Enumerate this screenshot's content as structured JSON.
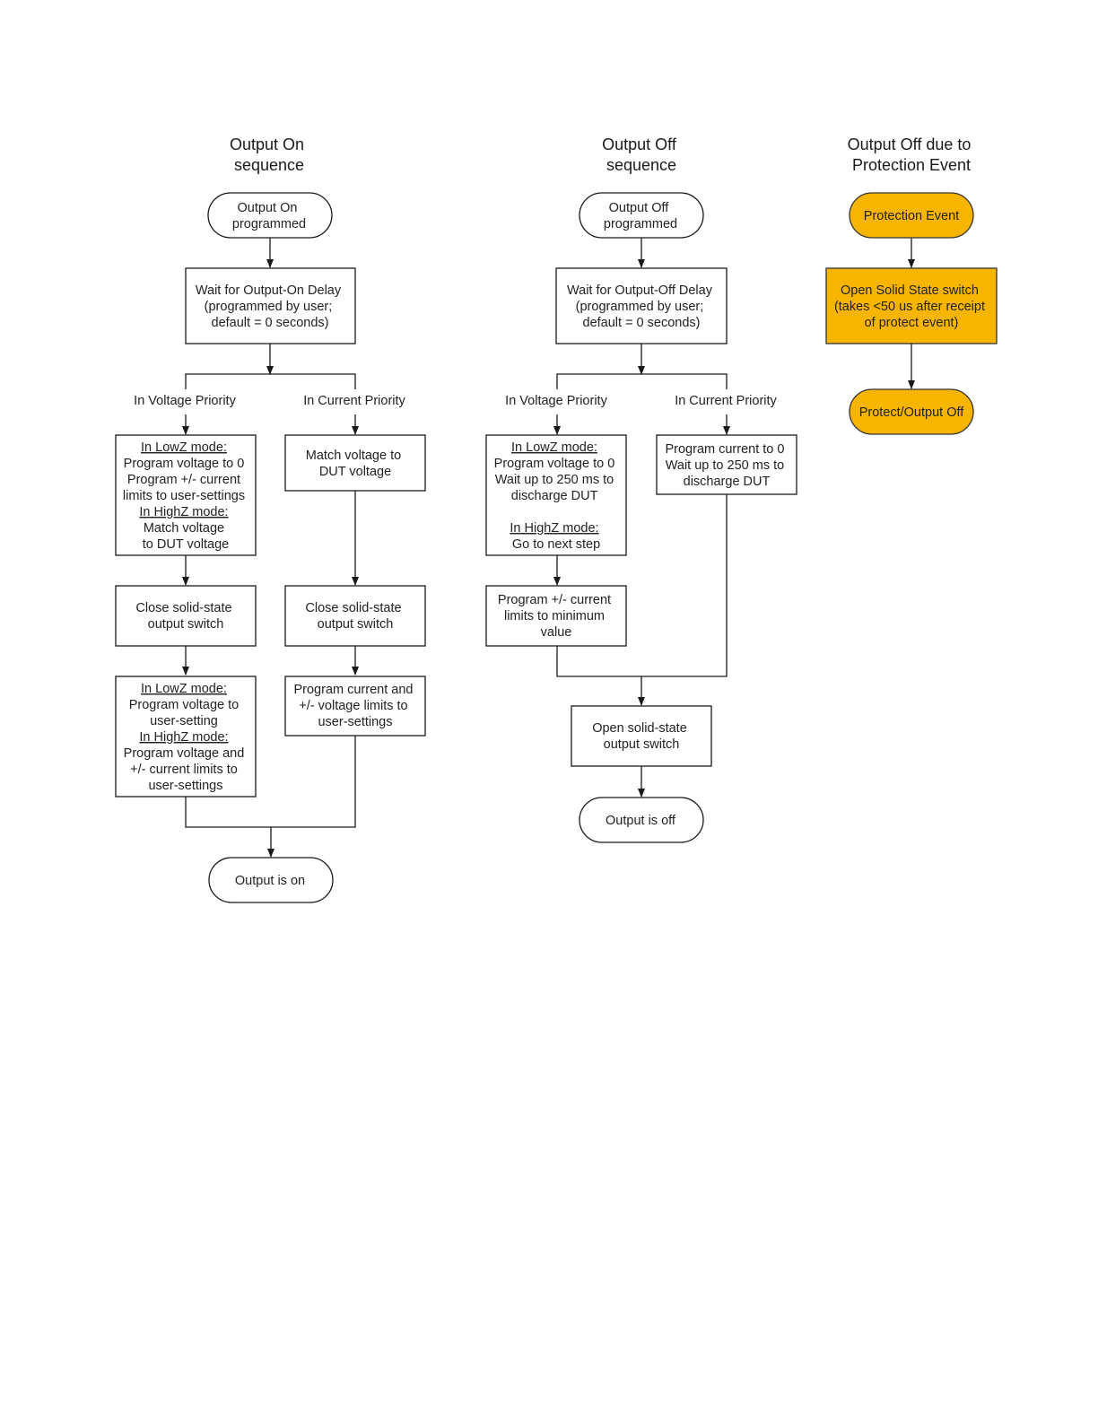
{
  "colors": {
    "line": "#1a1a1a",
    "box_fill": "#ffffff",
    "protection_fill": "#f7b500",
    "protection_stroke": "#333333"
  },
  "columns": [
    {
      "id": "output-on",
      "title": [
        "Output On",
        "sequence"
      ],
      "start": [
        "Output On",
        "programmed"
      ],
      "delay": [
        "Wait for Output-On Delay",
        "(programmed by user;",
        "default = 0 seconds)"
      ],
      "branch_left": "In Voltage Priority",
      "branch_right": "In Current Priority",
      "left_steps": [
        [
          {
            "t": "In LowZ mode:",
            "u": true
          },
          {
            "t": "Program voltage to 0"
          },
          {
            "t": "Program +/- current"
          },
          {
            "t": "limits to user-settings"
          },
          {
            "t": "In HighZ mode:",
            "u": true
          },
          {
            "t": "Match voltage"
          },
          {
            "t": "to DUT voltage"
          }
        ],
        [
          {
            "t": "Close solid-state"
          },
          {
            "t": "output switch"
          }
        ],
        [
          {
            "t": "In LowZ mode:",
            "u": true
          },
          {
            "t": "Program voltage to"
          },
          {
            "t": "user-setting"
          },
          {
            "t": "In HighZ mode:",
            "u": true
          },
          {
            "t": "Program voltage and"
          },
          {
            "t": "+/- current limits to"
          },
          {
            "t": "user-settings"
          }
        ]
      ],
      "right_steps": [
        [
          {
            "t": "Match voltage to"
          },
          {
            "t": "DUT voltage"
          }
        ],
        [
          {
            "t": "Close solid-state"
          },
          {
            "t": "output switch"
          }
        ],
        [
          {
            "t": "Program current and"
          },
          {
            "t": "+/- voltage limits to"
          },
          {
            "t": "user-settings"
          }
        ]
      ],
      "end": [
        "Output is on"
      ]
    },
    {
      "id": "output-off",
      "title": [
        "Output Off",
        "sequence"
      ],
      "start": [
        "Output Off",
        "programmed"
      ],
      "delay": [
        "Wait for Output-Off Delay",
        "(programmed by user;",
        "default = 0 seconds)"
      ],
      "branch_left": "In Voltage Priority",
      "branch_right": "In Current Priority",
      "left_steps": [
        [
          {
            "t": "In LowZ mode:",
            "u": true
          },
          {
            "t": "Program voltage to 0"
          },
          {
            "t": "Wait up to 250 ms to"
          },
          {
            "t": "discharge DUT"
          },
          {
            "t": ""
          },
          {
            "t": "In HighZ mode:",
            "u": true
          },
          {
            "t": "Go to next step"
          }
        ],
        [
          {
            "t": "Program +/- current"
          },
          {
            "t": "limits to minimum"
          },
          {
            "t": "value"
          }
        ]
      ],
      "right_steps": [
        [
          {
            "t": "Program current to 0"
          },
          {
            "t": "Wait up to 250 ms to"
          },
          {
            "t": "discharge DUT"
          }
        ]
      ],
      "merge_step": [
        "Open solid-state",
        "output switch"
      ],
      "end": [
        "Output is off"
      ]
    },
    {
      "id": "protection",
      "title": [
        "Output Off due to",
        "Protection Event"
      ],
      "start": [
        "Protection Event"
      ],
      "step": [
        "Open Solid State switch",
        "(takes <50 us after receipt",
        "of protect event)"
      ],
      "end": [
        "Protect/Output Off"
      ]
    }
  ]
}
